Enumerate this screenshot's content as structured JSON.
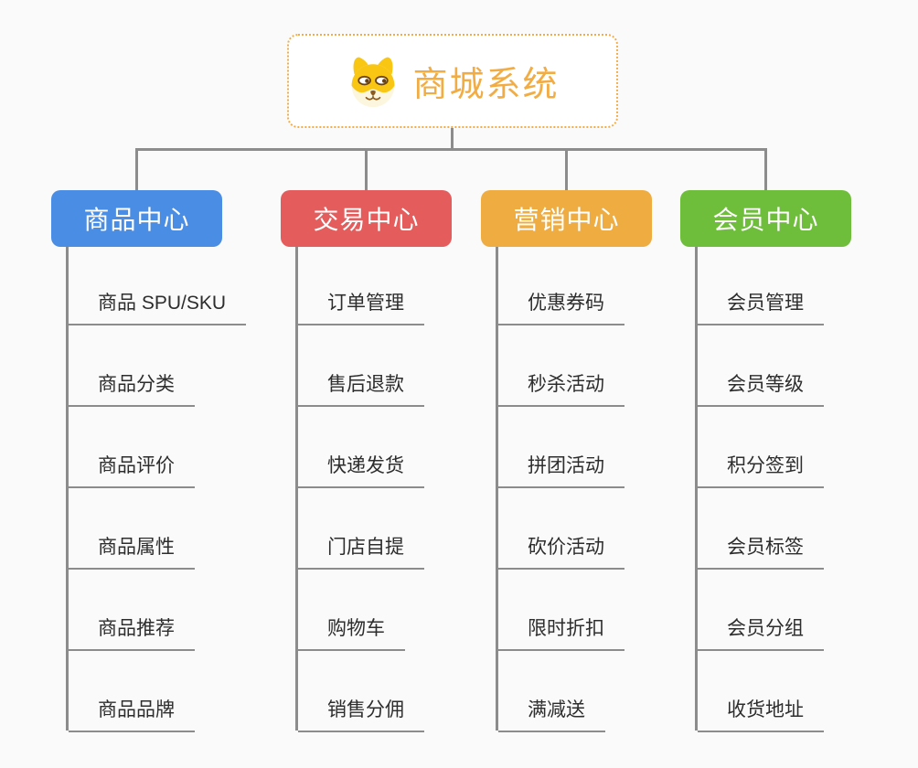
{
  "root": {
    "title": "商城系统",
    "icon": "shiba-dog-icon",
    "accent": "#F2AC44",
    "border_color": "#F2AC4A"
  },
  "branches": [
    {
      "label": "商品中心",
      "color": "#4A8DE4",
      "children": [
        "商品 SPU/SKU",
        "商品分类",
        "商品评价",
        "商品属性",
        "商品推荐",
        "商品品牌"
      ]
    },
    {
      "label": "交易中心",
      "color": "#E45C5C",
      "children": [
        "订单管理",
        "售后退款",
        "快递发货",
        "门店自提",
        "购物车",
        "销售分佣"
      ]
    },
    {
      "label": "营销中心",
      "color": "#EFAD41",
      "children": [
        "优惠券码",
        "秒杀活动",
        "拼团活动",
        "砍价活动",
        "限时折扣",
        "满减送"
      ]
    },
    {
      "label": "会员中心",
      "color": "#6EBE3C",
      "children": [
        "会员管理",
        "会员等级",
        "积分签到",
        "会员标签",
        "会员分组",
        "收货地址"
      ]
    }
  ],
  "colors": {
    "background": "#FAFAFA",
    "connector": "#8C8C8C",
    "item_text": "#2D2D2D",
    "node_text": "#FFFFFF"
  }
}
